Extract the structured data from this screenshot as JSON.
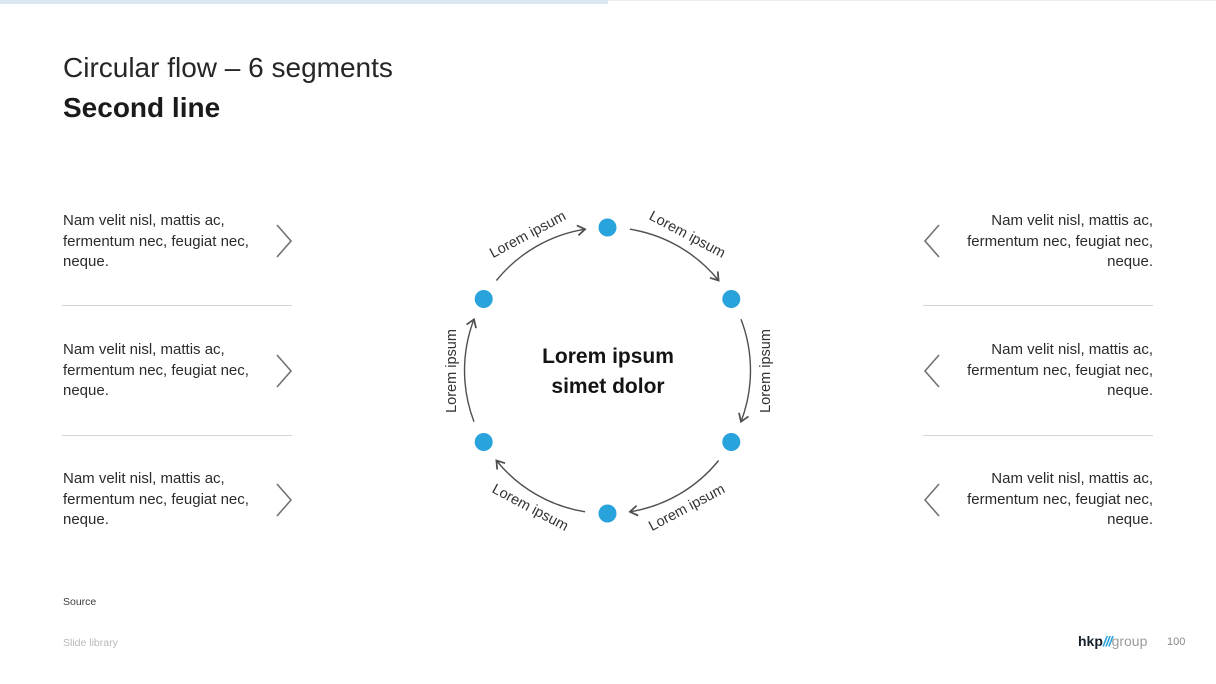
{
  "header": {
    "title_line1": "Circular flow – 6 segments",
    "title_line2": "Second line"
  },
  "left_column": {
    "items": [
      "Nam velit nisl, mattis ac,\nfermentum nec, feugiat nec,\nneque.",
      "Nam velit nisl, mattis ac,\nfermentum nec, feugiat nec,\nneque.",
      "Nam velit nisl, mattis ac,\nfermentum nec, feugiat nec,\nneque."
    ]
  },
  "right_column": {
    "items": [
      "Nam velit nisl, mattis ac,\nfermentum nec, feugiat nec,\nneque.",
      "Nam velit nisl, mattis ac,\nfermentum nec, feugiat nec,\nneque.",
      "Nam velit nisl, mattis ac,\nfermentum nec, feugiat nec,\nneque."
    ]
  },
  "diagram": {
    "segments": 6,
    "flow_direction": "clockwise",
    "center_text": "Lorem ipsum\nsimet dolor",
    "arc_labels": {
      "top_left": "Lorem ipsum",
      "top_right": "Lorem ipsum",
      "right": "Lorem ipsum",
      "left": "Lorem ipsum",
      "bottom_right": "Lorem ipsum",
      "bottom_left": "Lorem ipsum"
    },
    "colors": {
      "dot": "#29a3dc",
      "arc": "#4f4f4f"
    }
  },
  "footer": {
    "source_label": "Source",
    "slide_library_label": "Slide library",
    "page_number": "100",
    "logo": {
      "part1": "hkp",
      "part2": "///",
      "part3": "group"
    }
  }
}
